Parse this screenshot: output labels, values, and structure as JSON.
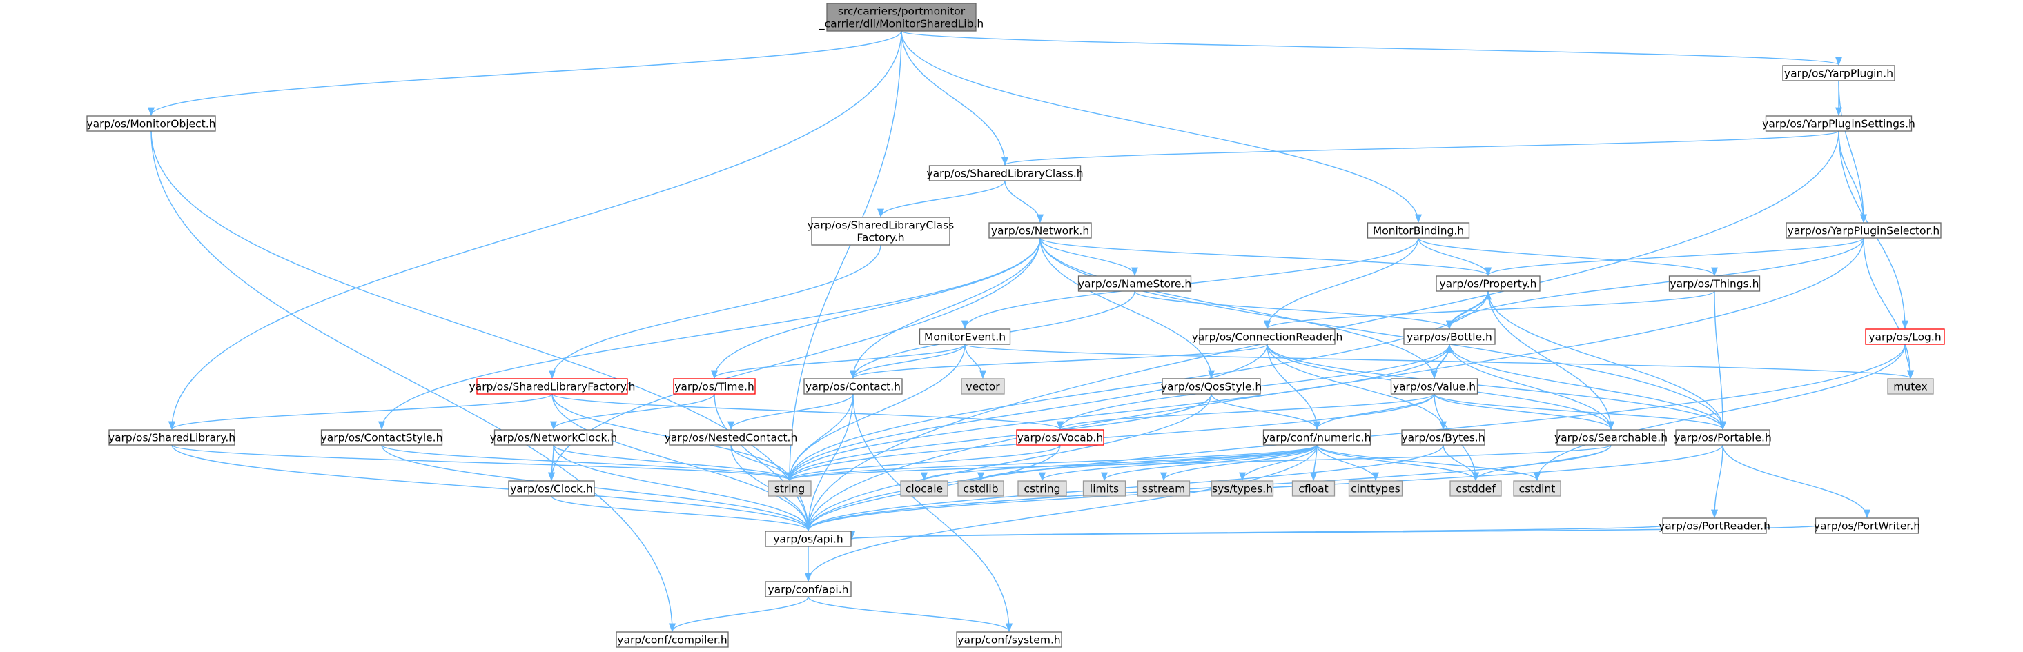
{
  "colors": {
    "edge": "#63b8ff",
    "node_border": "#666666",
    "root_fill": "#999999",
    "missing_fill": "#e0e0e0",
    "missing_border": "#999999",
    "truncated_border": "#ff0000",
    "normal_fill": "#ffffff"
  },
  "nodes": [
    {
      "id": "root",
      "lines": [
        "src/carriers/portmonitor",
        "_carrier/dll/MonitorSharedLib.h"
      ],
      "style": "root"
    },
    {
      "id": "monobj",
      "lines": [
        "yarp/os/MonitorObject.h"
      ],
      "style": "normal"
    },
    {
      "id": "slibclass",
      "lines": [
        "yarp/os/SharedLibraryClass.h"
      ],
      "style": "normal"
    },
    {
      "id": "monbind",
      "lines": [
        "MonitorBinding.h"
      ],
      "style": "normal"
    },
    {
      "id": "yplugin",
      "lines": [
        "yarp/os/YarpPlugin.h"
      ],
      "style": "normal"
    },
    {
      "id": "ypsettings",
      "lines": [
        "yarp/os/YarpPluginSettings.h"
      ],
      "style": "normal"
    },
    {
      "id": "slcf",
      "lines": [
        "yarp/os/SharedLibraryClass",
        "Factory.h"
      ],
      "style": "normal"
    },
    {
      "id": "network",
      "lines": [
        "yarp/os/Network.h"
      ],
      "style": "normal"
    },
    {
      "id": "ypselector",
      "lines": [
        "yarp/os/YarpPluginSelector.h"
      ],
      "style": "normal"
    },
    {
      "id": "namestore",
      "lines": [
        "yarp/os/NameStore.h"
      ],
      "style": "normal"
    },
    {
      "id": "property",
      "lines": [
        "yarp/os/Property.h"
      ],
      "style": "normal"
    },
    {
      "id": "things",
      "lines": [
        "yarp/os/Things.h"
      ],
      "style": "normal"
    },
    {
      "id": "monevent",
      "lines": [
        "MonitorEvent.h"
      ],
      "style": "normal"
    },
    {
      "id": "connreader",
      "lines": [
        "yarp/os/ConnectionReader.h"
      ],
      "style": "normal"
    },
    {
      "id": "bottle",
      "lines": [
        "yarp/os/Bottle.h"
      ],
      "style": "normal"
    },
    {
      "id": "log",
      "lines": [
        "yarp/os/Log.h"
      ],
      "style": "truncated"
    },
    {
      "id": "slfactory",
      "lines": [
        "yarp/os/SharedLibraryFactory.h"
      ],
      "style": "truncated"
    },
    {
      "id": "time",
      "lines": [
        "yarp/os/Time.h"
      ],
      "style": "truncated"
    },
    {
      "id": "contact",
      "lines": [
        "yarp/os/Contact.h"
      ],
      "style": "normal"
    },
    {
      "id": "vector",
      "lines": [
        "vector"
      ],
      "style": "missing"
    },
    {
      "id": "qosstyle",
      "lines": [
        "yarp/os/QosStyle.h"
      ],
      "style": "normal"
    },
    {
      "id": "value",
      "lines": [
        "yarp/os/Value.h"
      ],
      "style": "normal"
    },
    {
      "id": "mutex",
      "lines": [
        "mutex"
      ],
      "style": "missing"
    },
    {
      "id": "slibrary",
      "lines": [
        "yarp/os/SharedLibrary.h"
      ],
      "style": "normal"
    },
    {
      "id": "contactstyle",
      "lines": [
        "yarp/os/ContactStyle.h"
      ],
      "style": "normal"
    },
    {
      "id": "netclock",
      "lines": [
        "yarp/os/NetworkClock.h"
      ],
      "style": "normal"
    },
    {
      "id": "nestedcontact",
      "lines": [
        "yarp/os/NestedContact.h"
      ],
      "style": "normal"
    },
    {
      "id": "vocab",
      "lines": [
        "yarp/os/Vocab.h"
      ],
      "style": "truncated"
    },
    {
      "id": "numeric",
      "lines": [
        "yarp/conf/numeric.h"
      ],
      "style": "normal"
    },
    {
      "id": "bytes",
      "lines": [
        "yarp/os/Bytes.h"
      ],
      "style": "normal"
    },
    {
      "id": "searchable",
      "lines": [
        "yarp/os/Searchable.h"
      ],
      "style": "normal"
    },
    {
      "id": "portable",
      "lines": [
        "yarp/os/Portable.h"
      ],
      "style": "normal"
    },
    {
      "id": "clock",
      "lines": [
        "yarp/os/Clock.h"
      ],
      "style": "normal"
    },
    {
      "id": "string",
      "lines": [
        "string"
      ],
      "style": "missing"
    },
    {
      "id": "clocale",
      "lines": [
        "clocale"
      ],
      "style": "missing"
    },
    {
      "id": "cstdlib",
      "lines": [
        "cstdlib"
      ],
      "style": "missing"
    },
    {
      "id": "cstring",
      "lines": [
        "cstring"
      ],
      "style": "missing"
    },
    {
      "id": "limits",
      "lines": [
        "limits"
      ],
      "style": "missing"
    },
    {
      "id": "sstream",
      "lines": [
        "sstream"
      ],
      "style": "missing"
    },
    {
      "id": "systypes",
      "lines": [
        "sys/types.h"
      ],
      "style": "missing"
    },
    {
      "id": "cfloat",
      "lines": [
        "cfloat"
      ],
      "style": "missing"
    },
    {
      "id": "cinttypes",
      "lines": [
        "cinttypes"
      ],
      "style": "missing"
    },
    {
      "id": "cstddef",
      "lines": [
        "cstddef"
      ],
      "style": "missing"
    },
    {
      "id": "cstdint",
      "lines": [
        "cstdint"
      ],
      "style": "missing"
    },
    {
      "id": "portreader",
      "lines": [
        "yarp/os/PortReader.h"
      ],
      "style": "normal"
    },
    {
      "id": "portwriter",
      "lines": [
        "yarp/os/PortWriter.h"
      ],
      "style": "normal"
    },
    {
      "id": "osapi",
      "lines": [
        "yarp/os/api.h"
      ],
      "style": "normal"
    },
    {
      "id": "confapi",
      "lines": [
        "yarp/conf/api.h"
      ],
      "style": "normal"
    },
    {
      "id": "compiler",
      "lines": [
        "yarp/conf/compiler.h"
      ],
      "style": "normal"
    },
    {
      "id": "system",
      "lines": [
        "yarp/conf/system.h"
      ],
      "style": "normal"
    }
  ],
  "edges": [
    [
      "root",
      "monobj"
    ],
    [
      "root",
      "slibrary"
    ],
    [
      "root",
      "string"
    ],
    [
      "root",
      "slibclass"
    ],
    [
      "root",
      "monbind"
    ],
    [
      "root",
      "yplugin"
    ],
    [
      "monobj",
      "osapi"
    ],
    [
      "yplugin",
      "ypsettings"
    ],
    [
      "yplugin",
      "ypselector"
    ],
    [
      "ypsettings",
      "slibclass"
    ],
    [
      "ypsettings",
      "ypselector"
    ],
    [
      "ypsettings",
      "log"
    ],
    [
      "ypsettings",
      "osapi"
    ],
    [
      "slibclass",
      "slcf"
    ],
    [
      "slibclass",
      "network"
    ],
    [
      "slcf",
      "slfactory"
    ],
    [
      "network",
      "contact"
    ],
    [
      "network",
      "namestore"
    ],
    [
      "network",
      "property"
    ],
    [
      "network",
      "qosstyle"
    ],
    [
      "network",
      "time"
    ],
    [
      "network",
      "contactstyle"
    ],
    [
      "network",
      "clock"
    ],
    [
      "network",
      "portable"
    ],
    [
      "network",
      "value"
    ],
    [
      "monbind",
      "property"
    ],
    [
      "monbind",
      "things"
    ],
    [
      "monbind",
      "monevent"
    ],
    [
      "monbind",
      "connreader"
    ],
    [
      "ypselector",
      "property"
    ],
    [
      "ypselector",
      "bottle"
    ],
    [
      "ypselector",
      "mutex"
    ],
    [
      "ypselector",
      "osapi"
    ],
    [
      "namestore",
      "contact"
    ],
    [
      "namestore",
      "bottle"
    ],
    [
      "property",
      "bottle"
    ],
    [
      "property",
      "searchable"
    ],
    [
      "property",
      "portable"
    ],
    [
      "property",
      "string"
    ],
    [
      "things",
      "connreader"
    ],
    [
      "things",
      "portable"
    ],
    [
      "monevent",
      "contact"
    ],
    [
      "monevent",
      "time"
    ],
    [
      "monevent",
      "vector"
    ],
    [
      "monevent",
      "string"
    ],
    [
      "monevent",
      "mutex"
    ],
    [
      "connreader",
      "contact"
    ],
    [
      "connreader",
      "bytes"
    ],
    [
      "connreader",
      "numeric"
    ],
    [
      "connreader",
      "searchable"
    ],
    [
      "connreader",
      "string"
    ],
    [
      "connreader",
      "portable"
    ],
    [
      "bottle",
      "property"
    ],
    [
      "bottle",
      "value"
    ],
    [
      "bottle",
      "searchable"
    ],
    [
      "bottle",
      "portable"
    ],
    [
      "bottle",
      "vocab"
    ],
    [
      "bottle",
      "string"
    ],
    [
      "log",
      "mutex"
    ],
    [
      "log",
      "cstdint"
    ],
    [
      "log",
      "osapi"
    ],
    [
      "slfactory",
      "slibrary"
    ],
    [
      "slfactory",
      "vocab"
    ],
    [
      "slfactory",
      "string"
    ],
    [
      "slfactory",
      "osapi"
    ],
    [
      "time",
      "netclock"
    ],
    [
      "time",
      "osapi"
    ],
    [
      "contact",
      "nestedcontact"
    ],
    [
      "contact",
      "string"
    ],
    [
      "contact",
      "osapi"
    ],
    [
      "contact",
      "system"
    ],
    [
      "qosstyle",
      "numeric"
    ],
    [
      "qosstyle",
      "string"
    ],
    [
      "qosstyle",
      "osapi"
    ],
    [
      "value",
      "bottle"
    ],
    [
      "value",
      "vocab"
    ],
    [
      "value",
      "numeric"
    ],
    [
      "value",
      "searchable"
    ],
    [
      "value",
      "portable"
    ],
    [
      "value",
      "cstddef"
    ],
    [
      "value",
      "string"
    ],
    [
      "slibrary",
      "string"
    ],
    [
      "slibrary",
      "osapi"
    ],
    [
      "contactstyle",
      "string"
    ],
    [
      "contactstyle",
      "osapi"
    ],
    [
      "netclock",
      "clock"
    ],
    [
      "netclock",
      "string"
    ],
    [
      "netclock",
      "osapi"
    ],
    [
      "nestedcontact",
      "string"
    ],
    [
      "nestedcontact",
      "osapi"
    ],
    [
      "vocab",
      "string"
    ],
    [
      "vocab",
      "osapi"
    ],
    [
      "numeric",
      "string"
    ],
    [
      "numeric",
      "clocale"
    ],
    [
      "numeric",
      "cstdlib"
    ],
    [
      "numeric",
      "cstring"
    ],
    [
      "numeric",
      "limits"
    ],
    [
      "numeric",
      "sstream"
    ],
    [
      "numeric",
      "systypes"
    ],
    [
      "numeric",
      "cfloat"
    ],
    [
      "numeric",
      "cinttypes"
    ],
    [
      "numeric",
      "cstddef"
    ],
    [
      "numeric",
      "cstdint"
    ],
    [
      "numeric",
      "confapi"
    ],
    [
      "bytes",
      "cstddef"
    ],
    [
      "bytes",
      "osapi"
    ],
    [
      "searchable",
      "string"
    ],
    [
      "searchable",
      "cstddef"
    ],
    [
      "searchable",
      "osapi"
    ],
    [
      "portable",
      "portreader"
    ],
    [
      "portable",
      "portwriter"
    ],
    [
      "portable",
      "osapi"
    ],
    [
      "clock",
      "osapi"
    ],
    [
      "portreader",
      "osapi"
    ],
    [
      "portwriter",
      "osapi"
    ],
    [
      "osapi",
      "confapi"
    ],
    [
      "confapi",
      "compiler"
    ],
    [
      "confapi",
      "system"
    ],
    [
      "monobj",
      "compiler"
    ]
  ]
}
